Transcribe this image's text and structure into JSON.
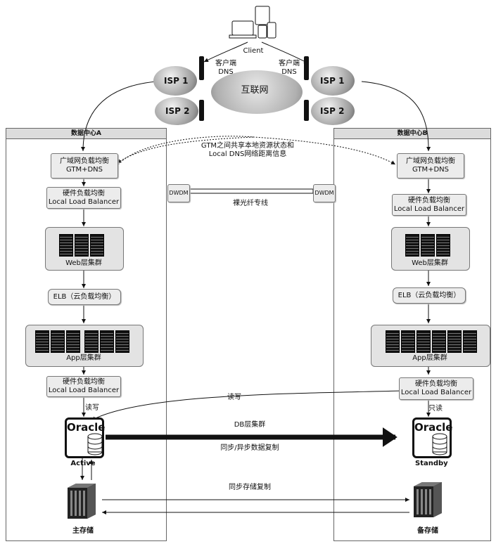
{
  "client": {
    "label": "Client"
  },
  "internet": {
    "label": "互联网"
  },
  "dns_left": {
    "line1": "客户端",
    "line2": "DNS"
  },
  "dns_right": {
    "line1": "客户端",
    "line2": "DNS"
  },
  "isp": {
    "isp1": "ISP 1",
    "isp2": "ISP 2"
  },
  "dc_a": {
    "title": "数据中心A"
  },
  "dc_b": {
    "title": "数据中心B"
  },
  "gtm_share": {
    "line1": "GTM之间共享本地资源状态和",
    "line2": "Local DNS网络距离信息"
  },
  "gtm": {
    "line1": "广域网负载均衡",
    "line2": "GTM+DNS"
  },
  "hlb": {
    "line1": "硬件负载均衡",
    "line2": "Local Load Balancer"
  },
  "dwdm": {
    "label": "DWDM"
  },
  "fiber": {
    "label": "裸光纤专线"
  },
  "web": {
    "label": "Web层集群"
  },
  "elb": {
    "label": "ELB（云负载均衡）"
  },
  "app": {
    "label": "App层集群"
  },
  "oracle": {
    "label": "Oracle"
  },
  "active": {
    "label": "Active"
  },
  "standby": {
    "label": "Standby"
  },
  "rw_left": {
    "label": "读写"
  },
  "rw_mid": {
    "label": "读写"
  },
  "readonly": {
    "label": "只读"
  },
  "db_cluster": {
    "label": "DB层集群"
  },
  "sync_db": {
    "label": "同步/异步数据复制"
  },
  "sync_storage": {
    "label": "同步存储复制"
  },
  "primary_storage": {
    "label": "主存储"
  },
  "backup_storage": {
    "label": "备存储"
  }
}
